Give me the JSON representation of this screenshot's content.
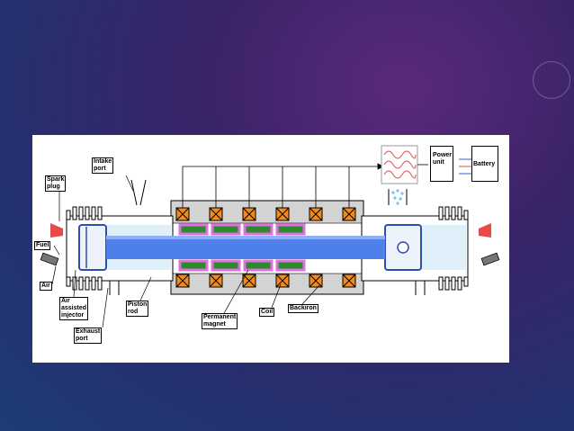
{
  "labels": {
    "intake_port": "Intake\nport",
    "spark_plug": "Spark\nplug",
    "fuel": "Fuel",
    "air": "Air",
    "air_assisted_injector": "Air\nassisted\ninjector",
    "exhaust_port": "Exhaust\nport",
    "piston_rod": "Piston\nrod",
    "permanent_magnet": "Permanent\nmagnet",
    "coil": "Coil",
    "backiron": "Backiron",
    "power_unit": "Power\nunit",
    "battery": "Battery"
  },
  "colors": {
    "coil": "#f28a1e",
    "magnet": "#2b8a2b",
    "magnet_edge": "#e070e0",
    "rod": "#4f7fe8",
    "backiron": "#d3d3d3",
    "flame": "#e84a4a"
  }
}
